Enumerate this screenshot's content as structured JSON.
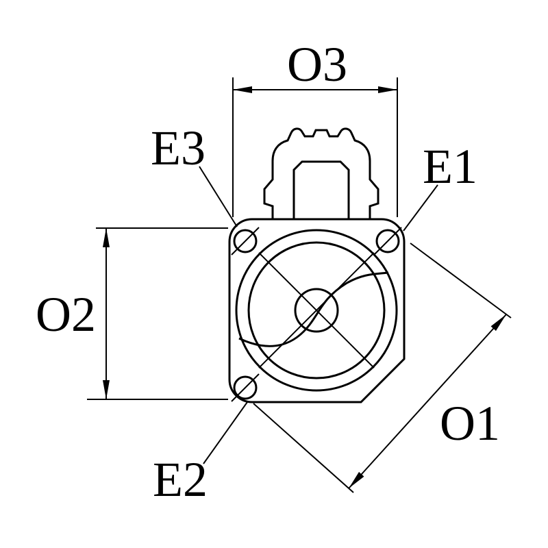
{
  "drawing": {
    "labels": {
      "o1": "O1",
      "o2": "O2",
      "o3": "O3",
      "e1": "E1",
      "e2": "E2",
      "e3": "E3"
    },
    "colors": {
      "line": "#000000",
      "background": "#ffffff"
    }
  }
}
